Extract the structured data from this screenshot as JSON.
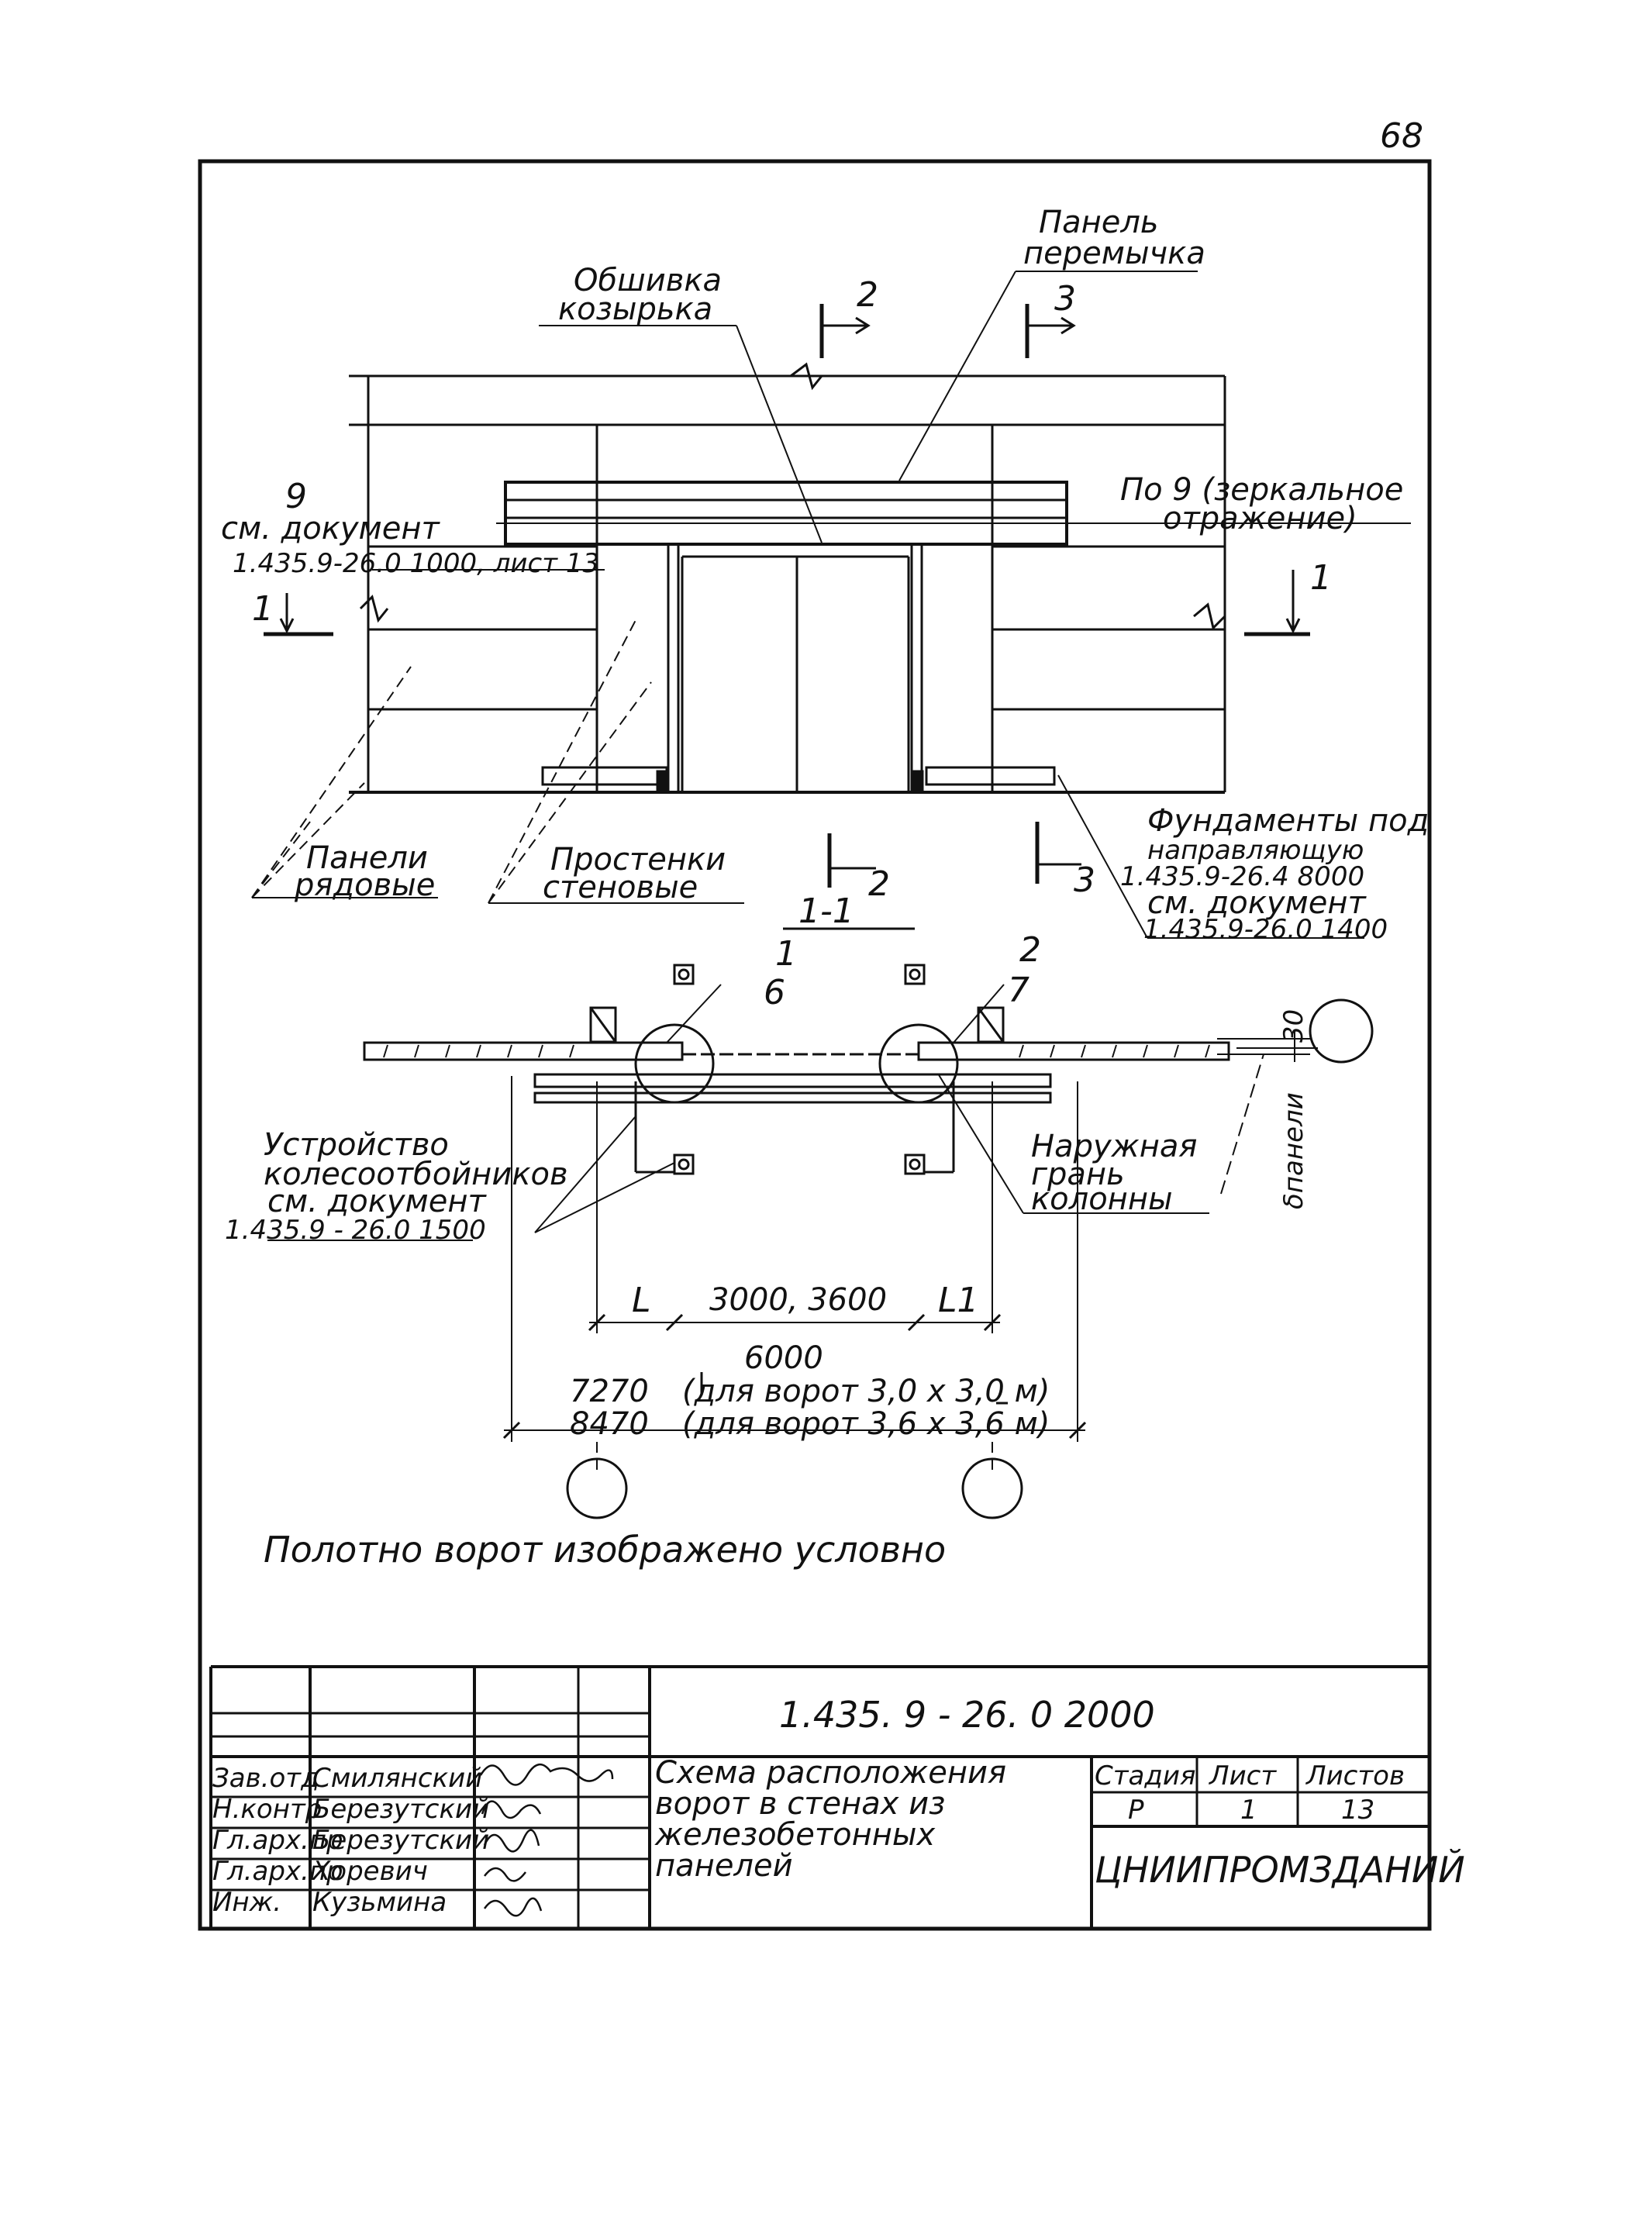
{
  "page_number": "68",
  "labels": {
    "panel_lintel": [
      "Панель",
      "перемычка"
    ],
    "canopy_lining": [
      "Обшивка",
      "козырька"
    ],
    "section_2": "2",
    "section_3": "3",
    "section_1": "1",
    "mirror_note": [
      "По 9 (зеркальное",
      "отражение)"
    ],
    "ref_9": [
      "9",
      "см. документ",
      "1.435.9-26.0 1000, лист 13"
    ],
    "panels_row": [
      "Панели",
      "рядовые"
    ],
    "wall_piers": [
      "Простенки",
      "стеновые"
    ],
    "foundations": [
      "Фундаменты под",
      "направляющую",
      "1.435.9-26.4  8000",
      "см. документ",
      "1.435.9-26.0  1400"
    ],
    "section_title": "1-1",
    "node_1": [
      "1",
      "6"
    ],
    "node_2": [
      "2",
      "7"
    ],
    "dim_30": "30",
    "panel_side": "δпанели",
    "wheel_guards": [
      "Устройство",
      "колесоотбойников",
      "см. документ",
      "1.435.9 - 26.0  1500"
    ],
    "outer_face": [
      "Наружная",
      "грань",
      "колонны"
    ],
    "dim_L": "L",
    "dim_opening": "3000, 3600",
    "dim_L1": "L1",
    "dim_6000": "6000",
    "dim_7270": "7270",
    "dim_7270_note": "(для ворот 3,0 x 3,0 м)",
    "dim_8470": "8470",
    "dim_8470_note": "(для ворот 3,6 x 3,6 м)",
    "gate_note": "Полотно ворот изображено условно"
  },
  "title_block": {
    "doc_code": "1.435. 9 - 26. 0   2000",
    "roles": [
      "Зав.отд",
      "Н.контр",
      "Гл.арх.пр",
      "Гл.арх.пр",
      "Инж."
    ],
    "names": [
      "Смилянский",
      "Березутский",
      "Березутский",
      "Хоревич",
      "Кузьмина"
    ],
    "title_text": [
      "Схема расположения",
      "ворот в стенах из",
      "железобетонных",
      "панелей"
    ],
    "stage_label": "Стадия",
    "sheet_label": "Лист",
    "sheets_label": "Листов",
    "stage": "Р",
    "sheet": "1",
    "sheets": "13",
    "organization": "ЦНИИПРОМЗДАНИЙ"
  }
}
